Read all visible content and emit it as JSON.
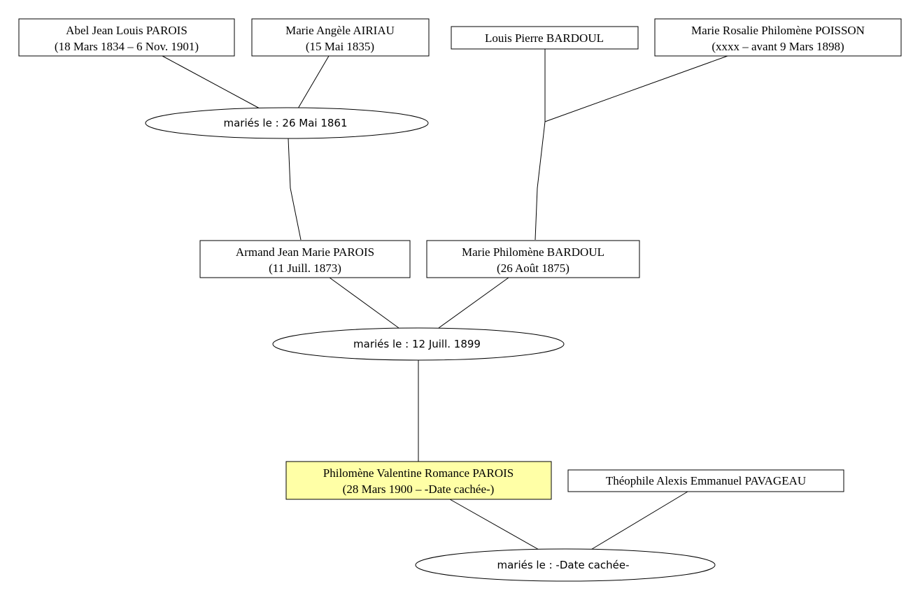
{
  "highlight_color": "#ffffa6",
  "persons": [
    {
      "id": "abel",
      "name": "Abel Jean Louis PAROIS",
      "dates": "(18 Mars 1834 – 6 Nov. 1901)"
    },
    {
      "id": "marie-angele",
      "name": "Marie Angèle AIRIAU",
      "dates": "(15 Mai 1835)"
    },
    {
      "id": "louis-pierre",
      "name": "Louis Pierre BARDOUL",
      "dates": ""
    },
    {
      "id": "marie-rosalie",
      "name": "Marie Rosalie Philomène POISSON",
      "dates": "(xxxx – avant 9 Mars 1898)"
    },
    {
      "id": "armand",
      "name": "Armand Jean Marie PAROIS",
      "dates": "(11 Juill. 1873)"
    },
    {
      "id": "marie-philomene",
      "name": "Marie Philomène BARDOUL",
      "dates": "(26 Août 1875)"
    },
    {
      "id": "philomene-valentine",
      "name": "Philomène Valentine Romance PAROIS",
      "dates": "(28 Mars 1900 – -Date cachée-)",
      "highlight": true
    },
    {
      "id": "theophile",
      "name": "Théophile Alexis Emmanuel PAVAGEAU",
      "dates": ""
    }
  ],
  "marriages": [
    {
      "id": "m1861",
      "label": "mariés le : 26 Mai 1861"
    },
    {
      "id": "m1899",
      "label": "mariés le : 12 Juill. 1899"
    },
    {
      "id": "mhidden",
      "label": "mariés le : -Date cachée-"
    }
  ]
}
